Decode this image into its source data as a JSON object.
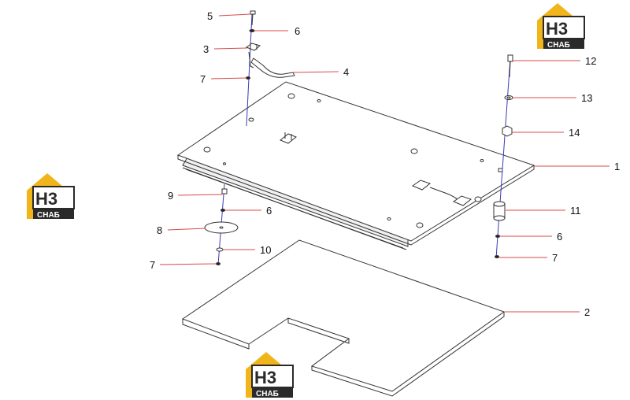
{
  "callouts": [
    "5",
    "6",
    "3",
    "7",
    "4",
    "12",
    "13",
    "14",
    "1",
    "11",
    "9",
    "6",
    "8",
    "10",
    "7",
    "6",
    "7",
    "2"
  ],
  "watermark": {
    "main": "H3",
    "sub": "СНАБ"
  },
  "colors": {
    "outline": "#333333",
    "leader": "#d84a4a",
    "axis": "#3a3ab8",
    "logo_yellow": "#f1b51c",
    "logo_dark": "#2a2a2a"
  }
}
